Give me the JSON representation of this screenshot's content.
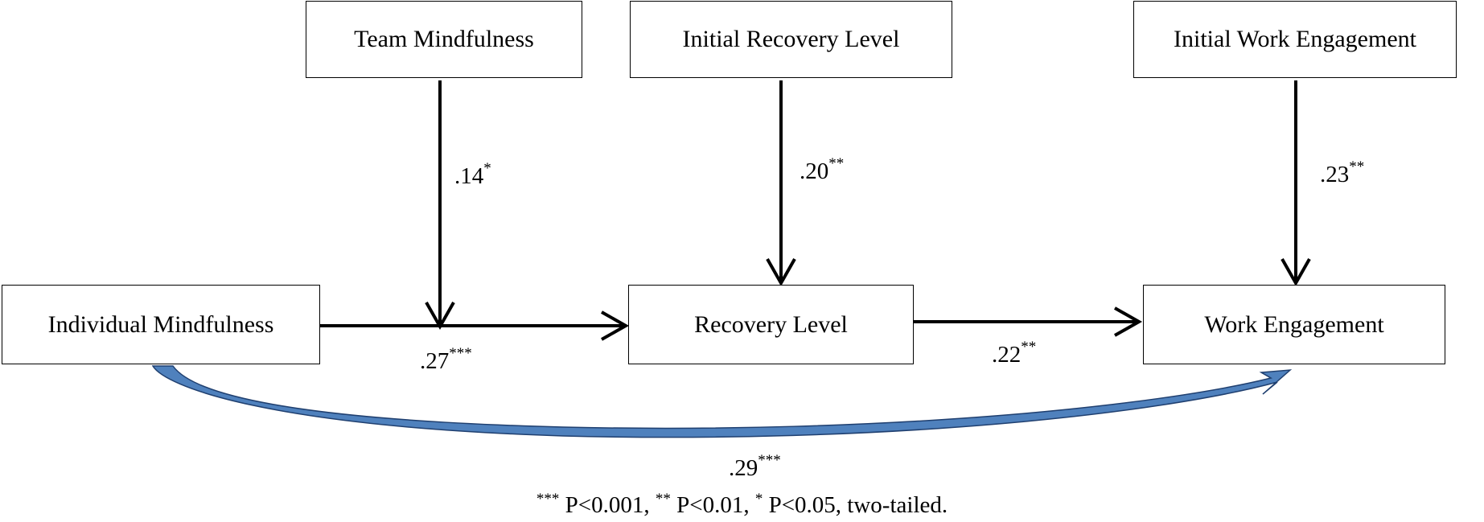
{
  "nodes": {
    "team_mindfulness": "Team Mindfulness",
    "initial_recovery": "Initial Recovery Level",
    "initial_engagement": "Initial Work Engagement",
    "individual_mindfulness": "Individual Mindfulness",
    "recovery_level": "Recovery Level",
    "work_engagement": "Work Engagement"
  },
  "paths": {
    "team_moderation": {
      "value": ".14",
      "sig": "*"
    },
    "initial_recovery": {
      "value": ".20",
      "sig": "**"
    },
    "initial_engagement": {
      "value": ".23",
      "sig": "**"
    },
    "mindfulness_to_recovery": {
      "value": ".27",
      "sig": "***"
    },
    "recovery_to_engagement": {
      "value": ".22",
      "sig": "**"
    },
    "mindfulness_to_engagement": {
      "value": ".29",
      "sig": "***"
    }
  },
  "note": {
    "sig3": "***",
    "text3": " P<0.001, ",
    "sig2": "**",
    "text2": " P<0.01, ",
    "sig1": "*",
    "text1": " P<0.05, two-tailed."
  },
  "colors": {
    "curved_arrow_fill": "#4f81bd",
    "curved_arrow_stroke": "#1f3f6f"
  }
}
